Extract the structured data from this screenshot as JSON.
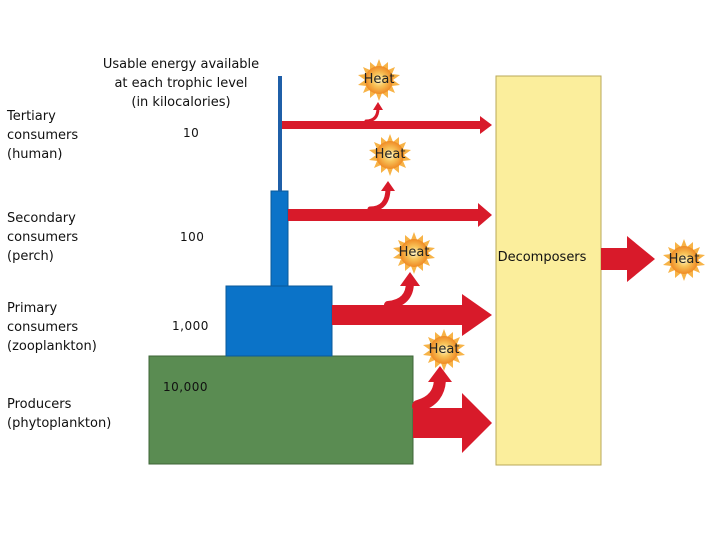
{
  "header": {
    "line1": "Usable energy available",
    "line2": "at each trophic level",
    "line3": "(in kilocalories)"
  },
  "levels": [
    {
      "line1": "Tertiary",
      "line2": "consumers",
      "line3": "(human)",
      "energy": "10"
    },
    {
      "line1": "Secondary",
      "line2": "consumers",
      "line3": "(perch)",
      "energy": "100"
    },
    {
      "line1": "Primary",
      "line2": "consumers",
      "line3": "(zooplankton)",
      "energy": "1,000"
    },
    {
      "line1": "Producers",
      "line2": "(phytoplankton)",
      "line3": "",
      "energy": "10,000"
    }
  ],
  "heat_labels": [
    "Heat",
    "Heat",
    "Heat",
    "Heat",
    "Heat"
  ],
  "decomposers": {
    "label": "Decomposers"
  },
  "colors": {
    "tertiary": "#1f5fa8",
    "secondary": "#0b73c8",
    "primary": "#0b73c8",
    "producers": "#5a8c52",
    "decomposers": "#fbee9c",
    "arrow": "#d81a2a",
    "heat_core": "#f6a63a",
    "heat_edge": "#fbd98c"
  }
}
